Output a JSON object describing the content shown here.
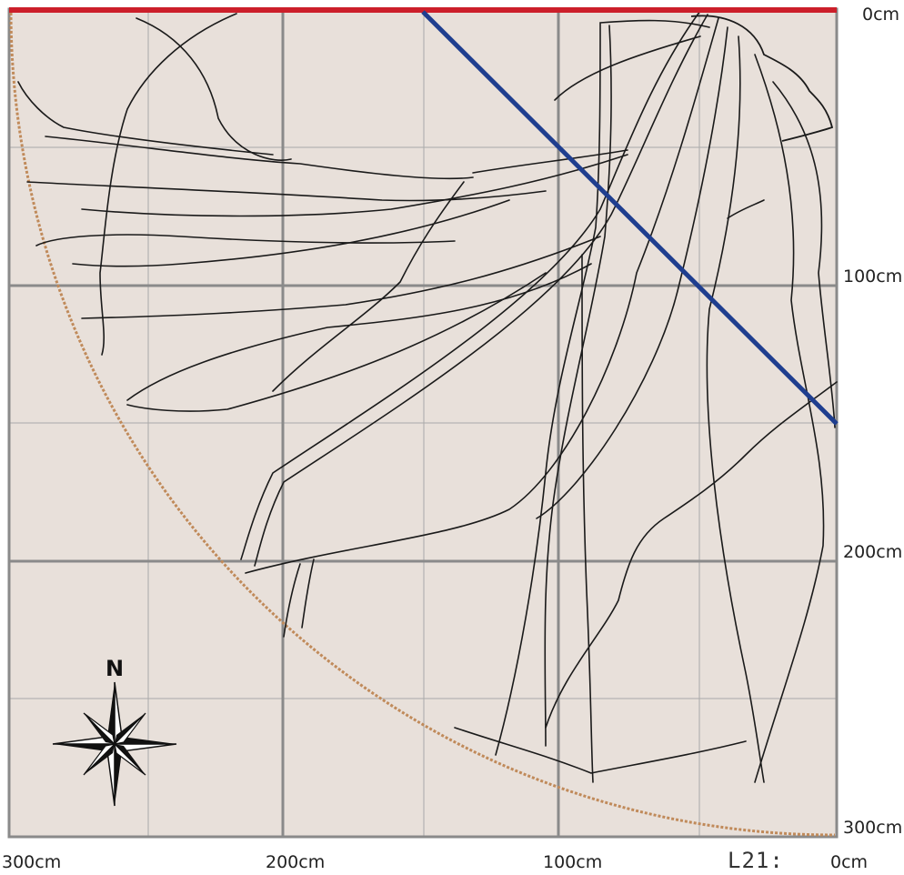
{
  "axes": {
    "x_labels": [
      "300cm",
      "200cm",
      "100cm",
      "0cm"
    ],
    "y_labels": [
      "0cm",
      "100cm",
      "200cm",
      "300cm"
    ]
  },
  "compass": {
    "north_label": "N"
  },
  "figure_code": "L21:",
  "colors": {
    "background": "#e8e0da",
    "grid_major": "#8a8a8a",
    "grid_minor": "#a9a9a9",
    "top_line": "#cc1f2a",
    "diagonal_line": "#1f3e8f",
    "arc": "#c08a5a",
    "roots": "#1a1a1a"
  },
  "icons": [
    "compass-rose-icon"
  ]
}
